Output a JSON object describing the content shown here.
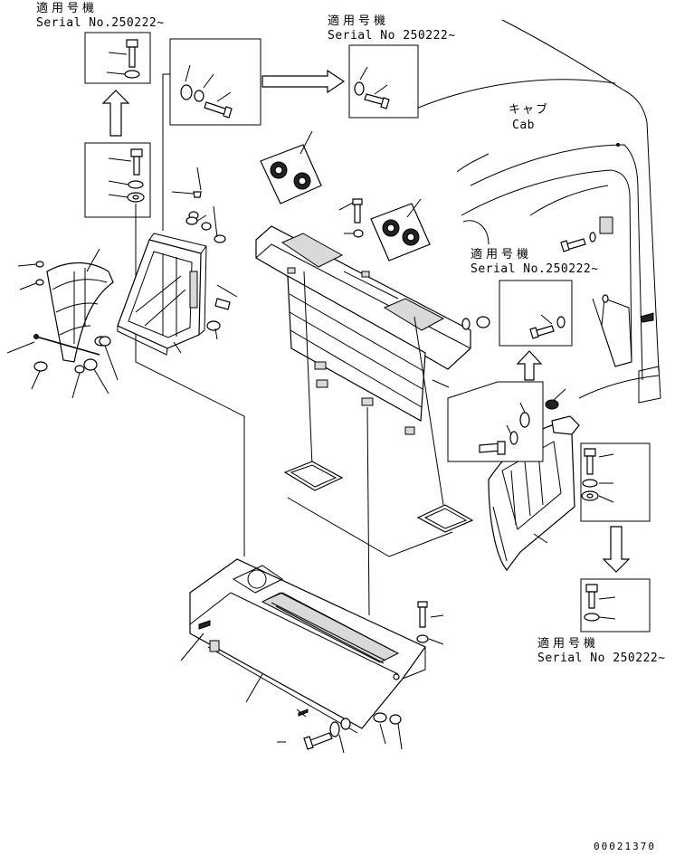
{
  "labels": {
    "applicable_jp": "適用号機",
    "serial_tilde": "Serial No.250222~",
    "serial_no_dot_tilde": "Serial No 250222~",
    "cab_jp": "キャブ",
    "cab_en": "Cab",
    "drawing_number": "00021370"
  }
}
